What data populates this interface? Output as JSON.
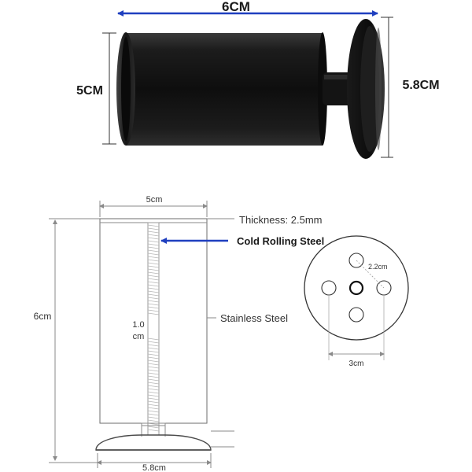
{
  "photo": {
    "width_label": "6CM",
    "height_label": "5CM",
    "base_label": "5.8CM"
  },
  "drawing": {
    "top_width": "5cm",
    "height": "6cm",
    "base_width": "5.8cm",
    "thickness": "Thickness: 2.5mm",
    "cold_rolling": "Cold Rolling Steel",
    "stainless": "Stainless Steel",
    "rod_line1": "1.0",
    "rod_line2": "cm"
  },
  "plate": {
    "hole_spacing": "3cm",
    "hole_diameter": "2.2cm"
  },
  "colors": {
    "arrow": "#1f3fbf",
    "body_dark": "#121212",
    "drawing_line": "#8a8a8a"
  }
}
